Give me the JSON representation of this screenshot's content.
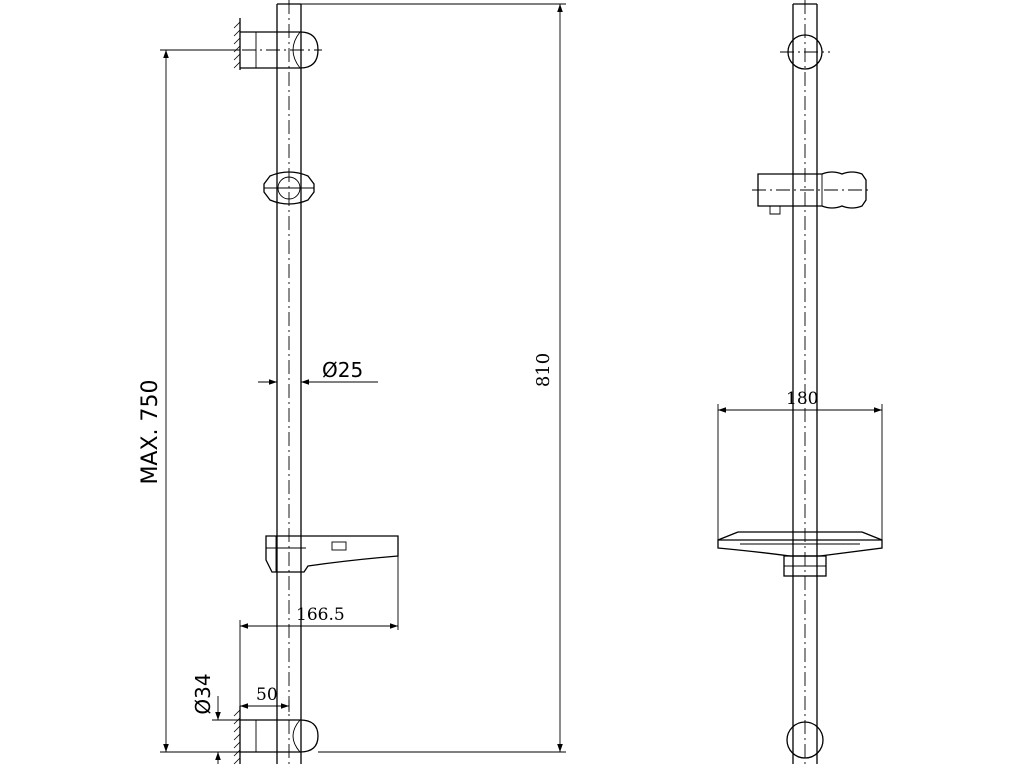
{
  "dimensions": {
    "pipe_diameter": "Ø25",
    "total_height": "810",
    "max_spacing": "MAX. 750",
    "soap_dish_projection": "166.5",
    "bracket_projection": "50",
    "bracket_diameter": "Ø34",
    "soap_dish_width": "180"
  }
}
